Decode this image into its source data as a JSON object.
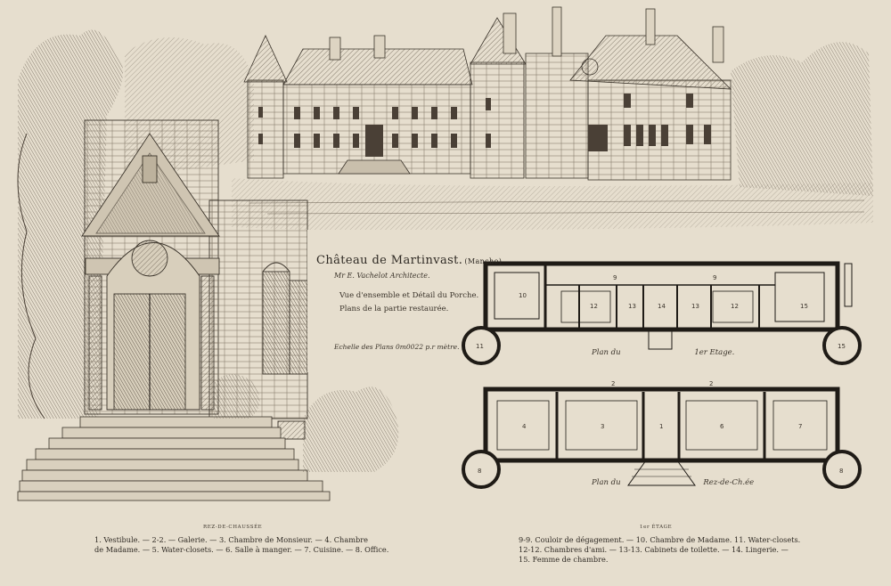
{
  "title": {
    "main": "Château de Martinvast.",
    "region": "(Manche)"
  },
  "architect": "Mr E. Vachelot Architecte.",
  "description": [
    "Vue d'ensemble et Détail du Porche.",
    "Plans de la partie restaurée."
  ],
  "scale": "Echelle des Plans 0m0022 p.r mètre.",
  "plans": {
    "upper": {
      "label_prefix": "Plan du",
      "label_suffix": "1er Etage."
    },
    "ground": {
      "label_prefix": "Plan du",
      "label_suffix": "Rez-de-Ch.ée"
    }
  },
  "captions": {
    "ground_title": "REZ-DE-CHAUSSÉE",
    "ground_legend": [
      "1. Vestibule. — 2-2. — Galerie. — 3. Chambre de Monsieur. — 4. Chambre",
      "de Madame. — 5. Water-closets. — 6. Salle à manger. — 7. Cuisine. — 8. Office."
    ],
    "upper_title": "1er ÉTAGE",
    "upper_legend": [
      "9-9. Couloir de dégagement. — 10. Chambre de Madame. 11. Water-closets.",
      "12-12. Chambres d'ami. — 13-13. Cabinets de toilette. — 14. Lingerie. —",
      "15. Femme de chambre."
    ]
  },
  "room_numbers": {
    "upper": [
      "10",
      "12",
      "13",
      "14",
      "13",
      "12",
      "15",
      "11",
      "15",
      "9",
      "9"
    ],
    "ground": [
      "4",
      "3",
      "1",
      "6",
      "7",
      "8",
      "8",
      "2",
      "2"
    ]
  },
  "colors": {
    "paper": "#e6dece",
    "ink": "#3a332a"
  }
}
